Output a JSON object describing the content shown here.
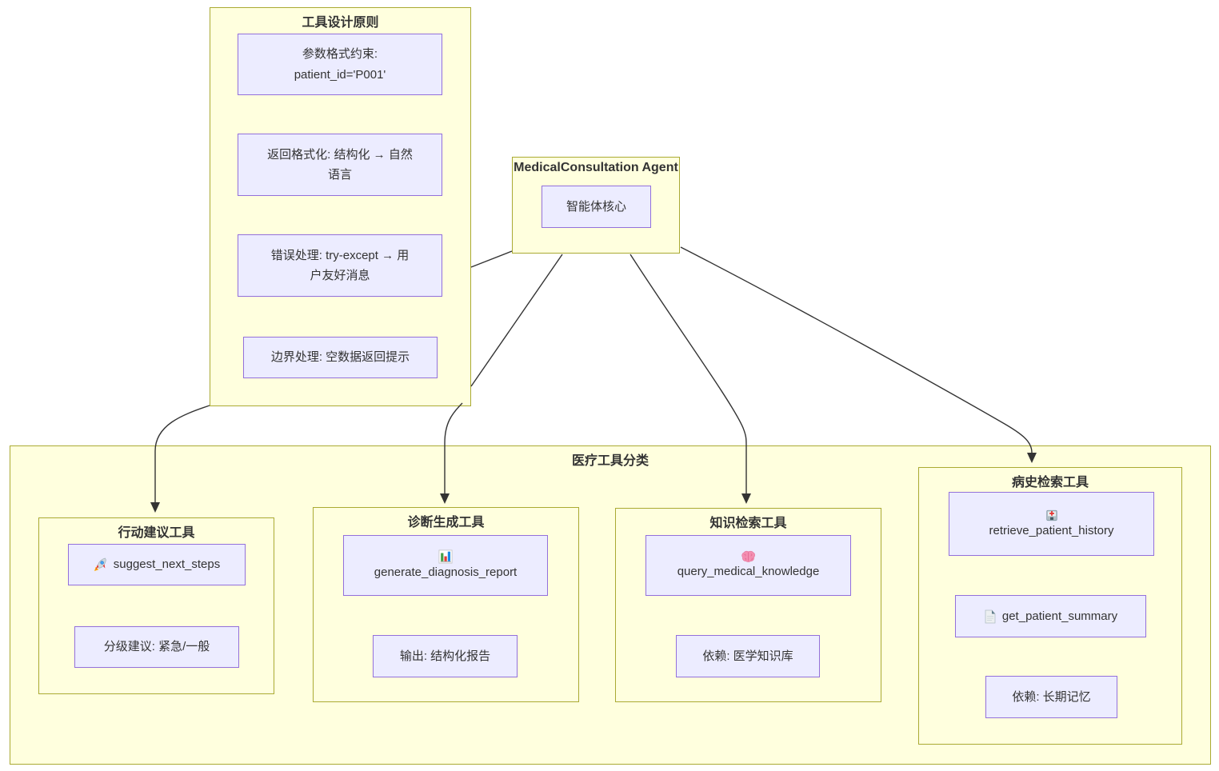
{
  "diagram": {
    "principles": {
      "title": "工具设计原则",
      "nodes": {
        "param_format": {
          "lines": [
            "参数格式约束:",
            "patient_id='P001'"
          ]
        },
        "return_format": {
          "lines": [
            "返回格式化: 结构化 → 自然",
            "语言"
          ]
        },
        "error_handling": {
          "lines": [
            "错误处理: try-except → 用",
            "户友好消息"
          ]
        },
        "boundary_handling": {
          "lines": [
            "边界处理: 空数据返回提示"
          ]
        }
      }
    },
    "agent": {
      "title": "MedicalConsultation Agent",
      "core_label": "智能体核心"
    },
    "tools": {
      "title": "医疗工具分类",
      "action_group": {
        "title": "行动建议工具",
        "tool": {
          "icon": "rocket-icon",
          "label": "suggest_next_steps"
        },
        "note": {
          "label": "分级建议: 紧急/一般"
        }
      },
      "diagnosis_group": {
        "title": "诊断生成工具",
        "tool": {
          "icon": "bar-chart-icon",
          "label": "generate_diagnosis_report"
        },
        "note": {
          "label": "输出: 结构化报告"
        }
      },
      "knowledge_group": {
        "title": "知识检索工具",
        "tool": {
          "icon": "brain-icon",
          "label": "query_medical_knowledge"
        },
        "note": {
          "label": "依赖: 医学知识库"
        }
      },
      "history_group": {
        "title": "病史检索工具",
        "tool": {
          "icon": "hospital-icon",
          "label": "retrieve_patient_history"
        },
        "tool2": {
          "icon": "document-icon",
          "label": "get_patient_summary"
        },
        "note": {
          "label": "依赖: 长期记忆"
        }
      }
    },
    "colors": {
      "cluster_fill": "#FFFFDE",
      "cluster_border": "#AAAA33",
      "node_fill": "#ECECFF",
      "node_border": "#9370DB",
      "edge": "#333333",
      "text": "#333333"
    }
  }
}
